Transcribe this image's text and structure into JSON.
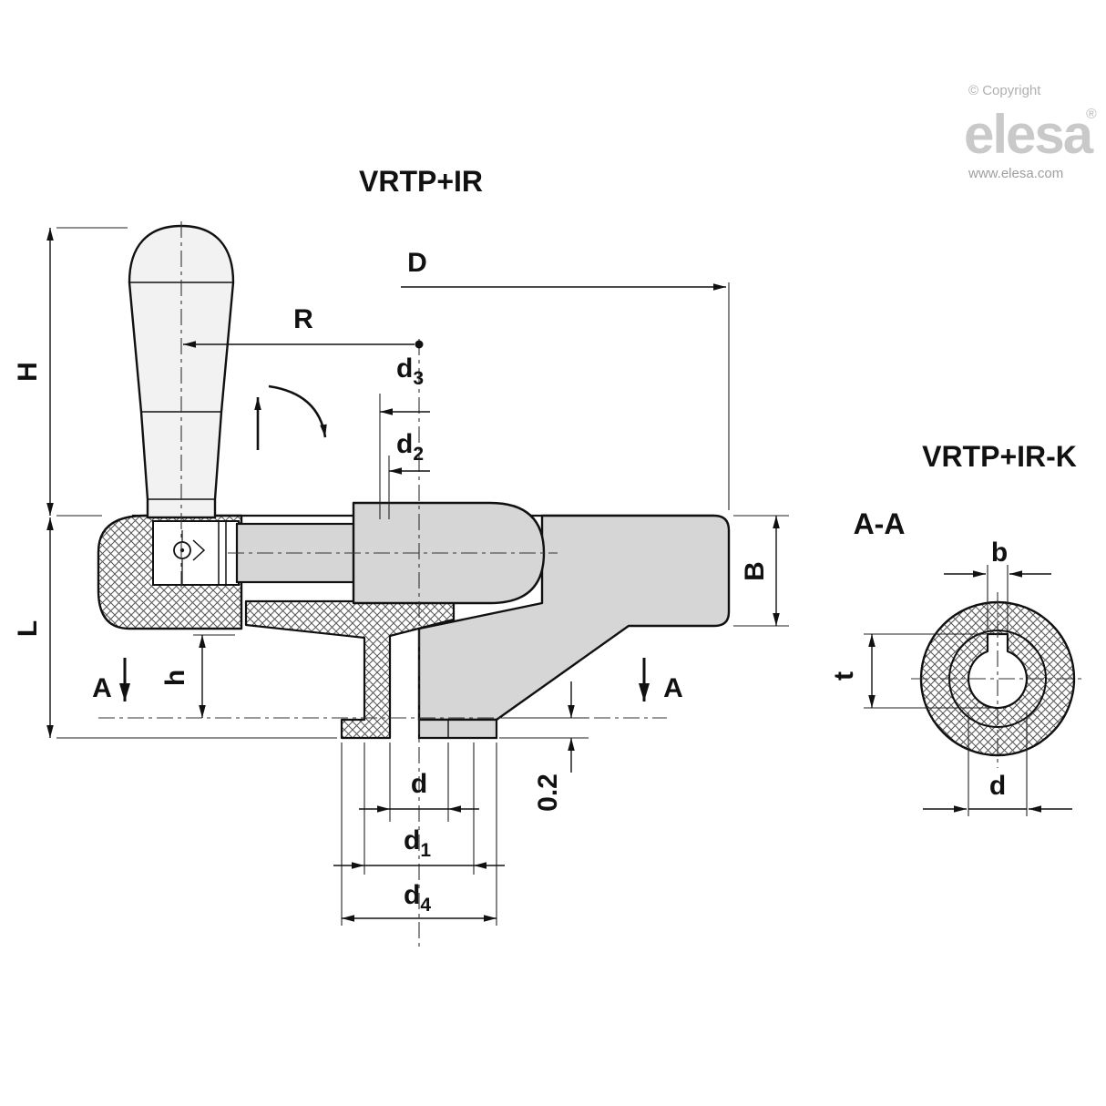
{
  "branding": {
    "copyright": "© Copyright",
    "logo": "elesa",
    "registered": "®",
    "website": "www.elesa.com"
  },
  "views": {
    "main": {
      "title": "VRTP+IR"
    },
    "section": {
      "title": "VRTP+IR-K",
      "cut_label": "A-A"
    }
  },
  "dims": {
    "H": "H",
    "L": "L",
    "D": "D",
    "R": "R",
    "B": "B",
    "A": "A",
    "h": "h",
    "d": "d",
    "tol": "0.2",
    "d1": {
      "base": "d",
      "sub": "1"
    },
    "d2": {
      "base": "d",
      "sub": "2"
    },
    "d3": {
      "base": "d",
      "sub": "3"
    },
    "d4": {
      "base": "d",
      "sub": "4"
    },
    "b": "b",
    "t": "t",
    "d_section": "d"
  },
  "colors": {
    "line": "#111111",
    "body_fill": "#d6d6d6",
    "handle_fill": "#f2f2f2",
    "hatch": "#555555",
    "logo_gray": "#c9c9c9"
  }
}
